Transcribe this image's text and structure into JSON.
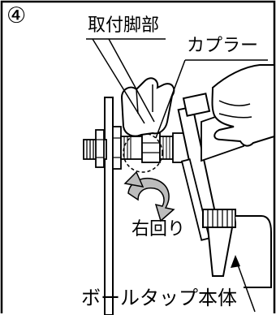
{
  "figure": {
    "step_number": "④",
    "labels": {
      "mount": "取付脚部",
      "coupler": "カプラー",
      "rotation": "右回り",
      "ball_tap": "ボールタップ本体"
    }
  }
}
